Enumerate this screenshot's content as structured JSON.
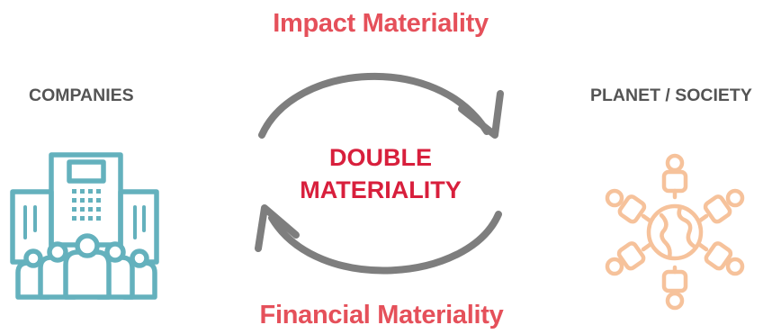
{
  "diagram": {
    "top_label": "Impact Materiality",
    "bottom_label": "Financial Materiality",
    "left_label": "COMPANIES",
    "right_label": "PLANET / SOCIETY",
    "center_line1": "DOUBLE",
    "center_line2": "MATERIALITY"
  },
  "colors": {
    "materiality_label": "#e5505a",
    "center_text": "#d81f3c",
    "side_labels": "#545454",
    "arrows": "#7e7e7e",
    "companies_icon": "#64b1bd",
    "planet_icon": "#f6c29b"
  },
  "icons": {
    "left": "office-building-people-icon",
    "right": "globe-people-network-icon"
  }
}
